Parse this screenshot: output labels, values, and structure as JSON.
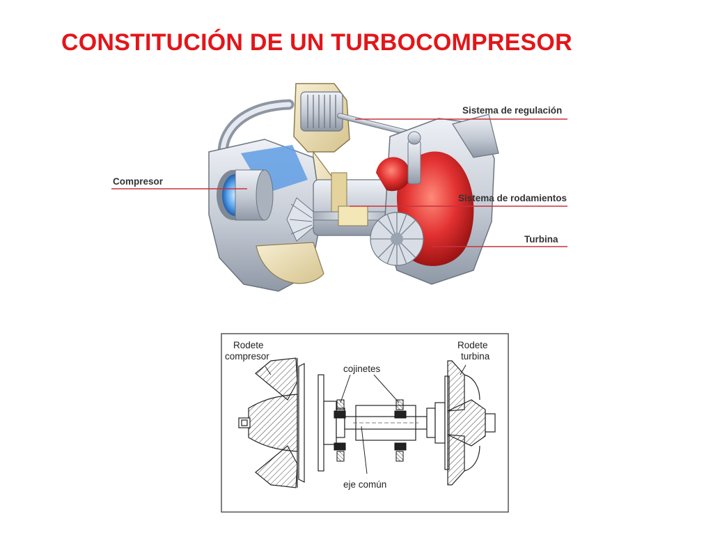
{
  "slide": {
    "title": "CONSTITUCIÓN DE UN TURBOCOMPRESOR",
    "title_color": "#e2161a"
  },
  "turbo_illustration": {
    "labels": {
      "regulation": "Sistema de regulación",
      "compressor": "Compresor",
      "bearings": "Sistema de rodamientos",
      "turbine": "Turbina"
    },
    "colors": {
      "callout_line": "#c8323c",
      "compressor_blue": "#3f8ed8",
      "turbine_red": "#dd2b2b",
      "housing_cream": "#e9dcb5",
      "metal_grey": "#c9ced6"
    }
  },
  "shaft_section": {
    "labels": {
      "compressor_wheel_line1": "Rodete",
      "compressor_wheel_line2": "compresor",
      "turbine_wheel_line1": "Rodete",
      "turbine_wheel_line2": "turbina",
      "bearings": "cojinetes",
      "shaft": "eje común"
    }
  }
}
